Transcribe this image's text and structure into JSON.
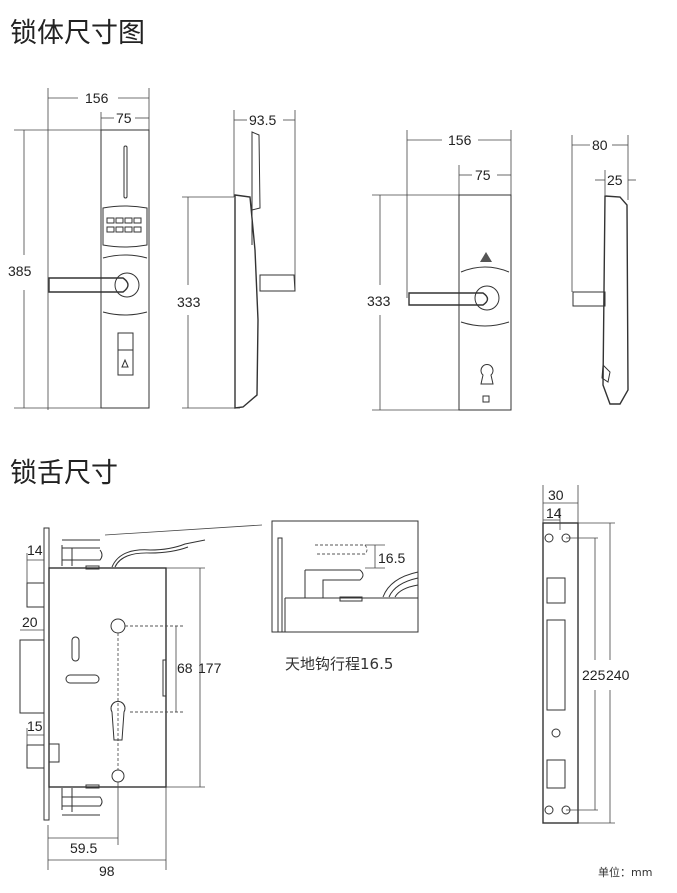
{
  "section_titles": {
    "lock_body": "锁体尺寸图",
    "latch": "锁舌尺寸"
  },
  "lock_body_dims": {
    "front_width": "156",
    "front_plate_width": "75",
    "front_height": "385",
    "side_depth": "93.5",
    "side_height": "333",
    "back_width": "156",
    "back_plate_width": "75",
    "back_height": "333",
    "back_side_depth": "80",
    "back_side_plate": "25"
  },
  "latch_dims": {
    "top_bolt": "14",
    "main_bolt": "20",
    "bottom_bolt": "15",
    "backset": "59.5",
    "body_width": "98",
    "center_distance": "68",
    "body_height": "177",
    "hook_travel": "16.5",
    "hook_travel_caption": "天地钩行程16.5",
    "strike_width": "30",
    "strike_inner": "14",
    "strike_hole_span": "225",
    "strike_length": "240"
  },
  "unit_label": "单位：mm"
}
